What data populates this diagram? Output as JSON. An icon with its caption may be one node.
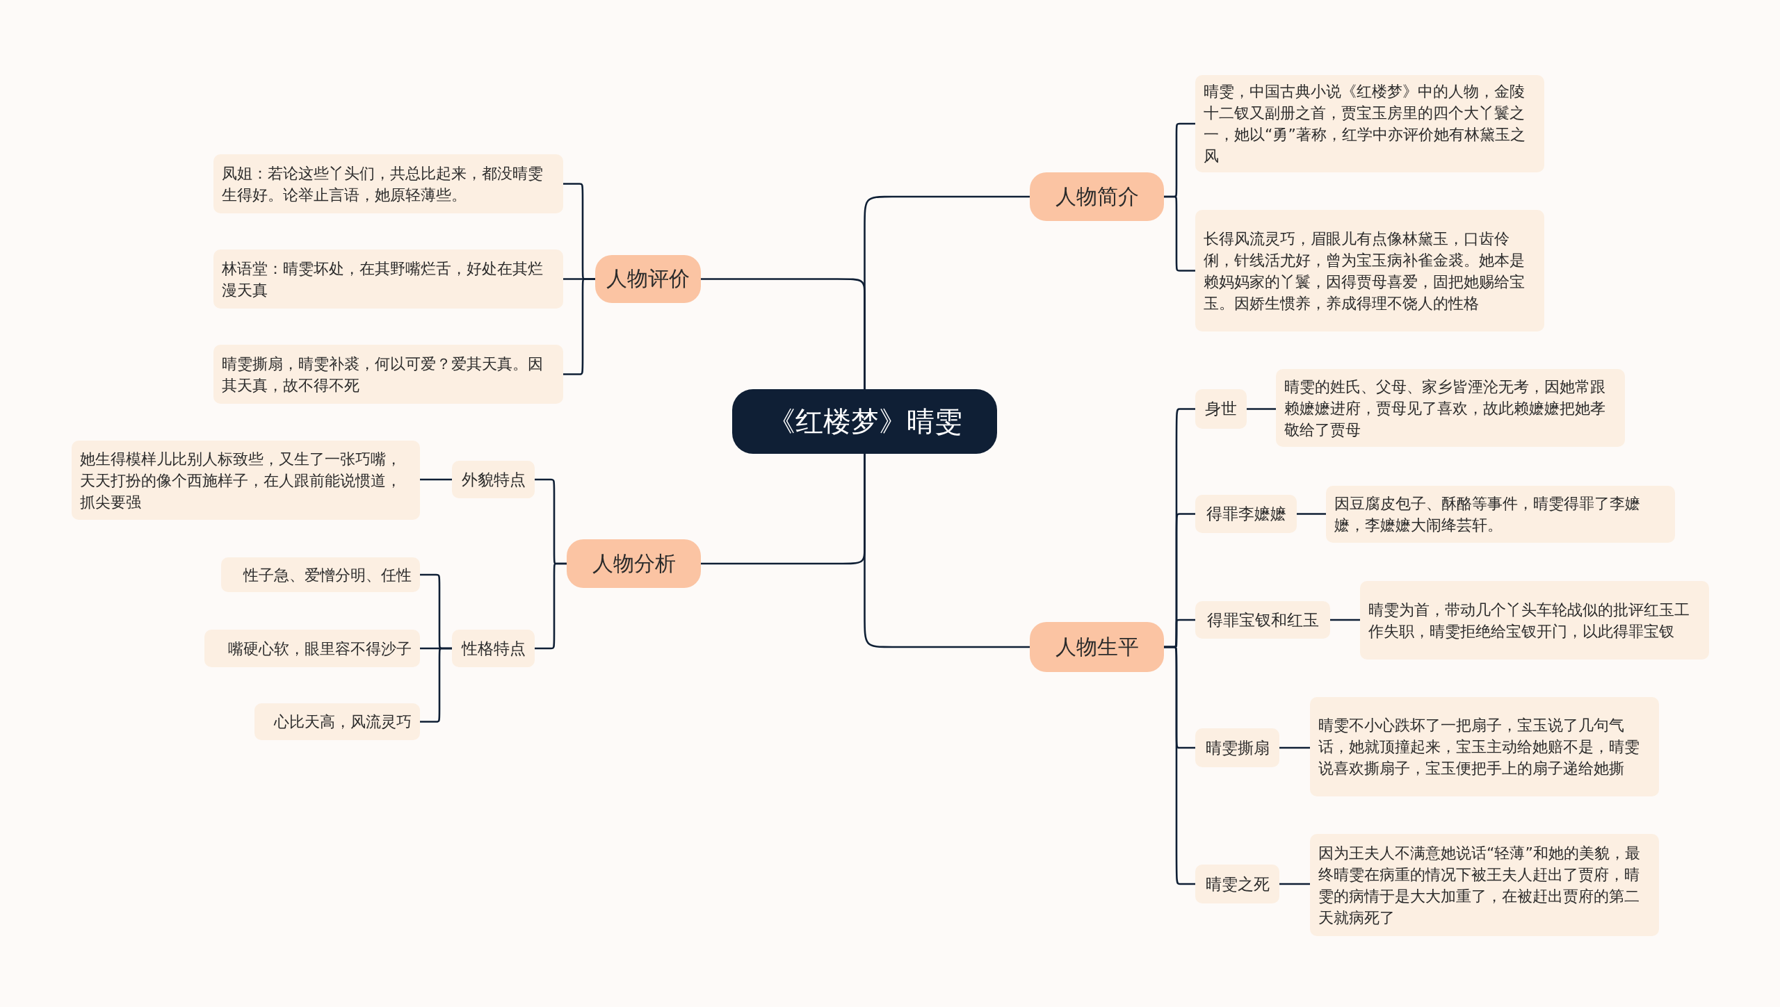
{
  "diagram": {
    "nodes": [
      {
        "text": [
          "《红楼梦》晴雯"
        ]
      },
      {
        "text": [
          "人物简介"
        ]
      },
      {
        "text": [
          "晴雯，中国古典小说《红楼梦》中的人物，金陵十二钗又副册之首，贾宝玉房里的四个大丫鬟之一，她以“勇”著称，红学中亦评价她有林黛玉之风"
        ]
      },
      {
        "text": [
          "长得风流灵巧，眉眼儿有点像林黛玉，口齿伶俐，针线活尤好，曾为宝玉病补雀金裘。她本是赖妈妈家的丫鬟，因得贾母喜爱，固把她赐给宝玉。因娇生惯养，养成得理不饶人的性格"
        ]
      },
      {
        "text": [
          "人物生平"
        ]
      },
      {
        "text": [
          "身世"
        ]
      },
      {
        "text": [
          "晴雯的姓氏、父母、家乡皆湮沦无考，因她常跟赖嬷嬷进府，贾母见了喜欢，故此赖嬷嬷把她孝敬给了贾母"
        ]
      },
      {
        "text": [
          "得罪李嬷嬷"
        ]
      },
      {
        "text": [
          "因豆腐皮包子、酥酪等事件，晴雯得罪了李嬷嬷，李嬷嬷大闹绛芸轩。"
        ]
      },
      {
        "text": [
          "得罪宝钗和红玉"
        ]
      },
      {
        "text": [
          "晴雯为首，带动几个丫头车轮战似的批评红玉工作失职，晴雯拒绝给宝钗开门，以此得罪宝钗"
        ]
      },
      {
        "text": [
          "晴雯撕扇"
        ]
      },
      {
        "text": [
          "晴雯不小心跌坏了一把扇子，宝玉说了几句气话，她就顶撞起来，宝玉主动给她赔不是，晴雯说喜欢撕扇子，宝玉便把手上的扇子递给她撕"
        ]
      },
      {
        "text": [
          "晴雯之死"
        ]
      },
      {
        "text": [
          "因为王夫人不满意她说话“轻薄”和她的美貌，最终晴雯在病重的情况下被王夫人赶出了贾府，晴雯的病情于是大大加重了，在被赶出贾府的第二天就病死了"
        ]
      },
      {
        "text": [
          "人物评价"
        ]
      },
      {
        "text": [
          "凤姐：若论这些丫头们，共总比起来，都没晴雯生得好。论举止言语，她原轻薄些。"
        ]
      },
      {
        "text": [
          "林语堂：晴雯坏处，在其野嘴烂舌，好处在其烂漫天真"
        ]
      },
      {
        "text": [
          "晴雯撕扇，晴雯补裘，何以可爱？爱其天真。因其天真，故不得不死"
        ]
      },
      {
        "text": [
          "人物分析"
        ]
      },
      {
        "text": [
          "外貌特点"
        ]
      },
      {
        "text": [
          "她生得模样儿比别人标致些，又生了一张巧嘴，天天打扮的像个西施样子，在人跟前能说惯道，抓尖要强"
        ]
      },
      {
        "text": [
          "性格特点"
        ]
      },
      {
        "text": [
          "性子急、爱憎分明、任性"
        ]
      },
      {
        "text": [
          "嘴硬心软，眼里容不得沙子"
        ]
      },
      {
        "text": [
          "心比天高，风流灵巧"
        ]
      }
    ],
    "edges": [
      {
        "from": 0,
        "to": 1,
        "arrow": "none"
      },
      {
        "from": 0,
        "to": 4,
        "arrow": "none"
      },
      {
        "from": 0,
        "to": 15,
        "arrow": "none"
      },
      {
        "from": 0,
        "to": 19,
        "arrow": "none"
      },
      {
        "from": 1,
        "to": 2,
        "arrow": "none"
      },
      {
        "from": 1,
        "to": 3,
        "arrow": "none"
      },
      {
        "from": 4,
        "to": 5,
        "arrow": "none"
      },
      {
        "from": 5,
        "to": 6,
        "arrow": "none"
      },
      {
        "from": 4,
        "to": 7,
        "arrow": "none"
      },
      {
        "from": 7,
        "to": 8,
        "arrow": "none"
      },
      {
        "from": 4,
        "to": 9,
        "arrow": "none"
      },
      {
        "from": 9,
        "to": 10,
        "arrow": "none"
      },
      {
        "from": 4,
        "to": 11,
        "arrow": "none"
      },
      {
        "from": 11,
        "to": 12,
        "arrow": "none"
      },
      {
        "from": 4,
        "to": 13,
        "arrow": "none"
      },
      {
        "from": 13,
        "to": 14,
        "arrow": "none"
      },
      {
        "from": 15,
        "to": 16,
        "arrow": "none"
      },
      {
        "from": 15,
        "to": 17,
        "arrow": "none"
      },
      {
        "from": 15,
        "to": 18,
        "arrow": "none"
      },
      {
        "from": 19,
        "to": 20,
        "arrow": "none"
      },
      {
        "from": 20,
        "to": 21,
        "arrow": "none"
      },
      {
        "from": 19,
        "to": 22,
        "arrow": "none"
      },
      {
        "from": 22,
        "to": 23,
        "arrow": "none"
      },
      {
        "from": 22,
        "to": 24,
        "arrow": "none"
      },
      {
        "from": 22,
        "to": 25,
        "arrow": "none"
      }
    ]
  }
}
